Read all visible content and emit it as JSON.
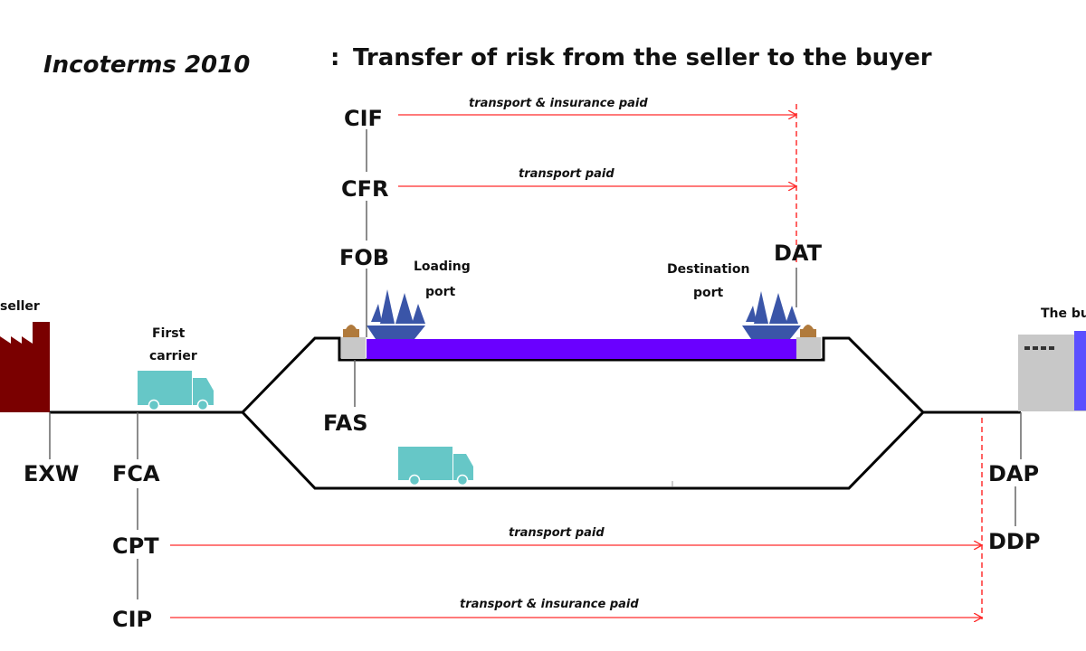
{
  "title": {
    "prefix": "Incoterms 2010",
    "separator": ":",
    "main": "Transfer of risk from the seller to the buyer"
  },
  "places": {
    "seller": "seller",
    "first_carrier_line1": "First",
    "first_carrier_line2": "carrier",
    "loading_port_line1": "Loading",
    "loading_port_line2": "port",
    "destination_port_line1": "Destination",
    "destination_port_line2": "port",
    "buyer": "The buyer"
  },
  "terms": {
    "exw": "EXW",
    "fca": "FCA",
    "cpt": "CPT",
    "cip": "CIP",
    "fas": "FAS",
    "fob": "FOB",
    "cfr": "CFR",
    "cif": "CIF",
    "dat": "DAT",
    "dap": "DAP",
    "ddp": "DDP"
  },
  "arrows": {
    "cif": "transport & insurance paid",
    "cfr": "transport paid",
    "cpt": "transport paid",
    "cip": "transport & insurance paid"
  },
  "colors": {
    "factory": "#7a0000",
    "truck": "#66c7c7",
    "ship": "#3a55a8",
    "sea": "#6a00ff",
    "dock": "#c8c8c8",
    "building": "#c8c8c8",
    "arrow": "#ff2a2a",
    "risk_line": "#ff3030",
    "route": "#000000",
    "bollard": "#b07a3c"
  },
  "icons": {
    "factory": "factory-icon",
    "truck": "truck-icon",
    "ship": "ship-icon",
    "building": "warehouse-icon",
    "bollard": "bollard-icon"
  }
}
